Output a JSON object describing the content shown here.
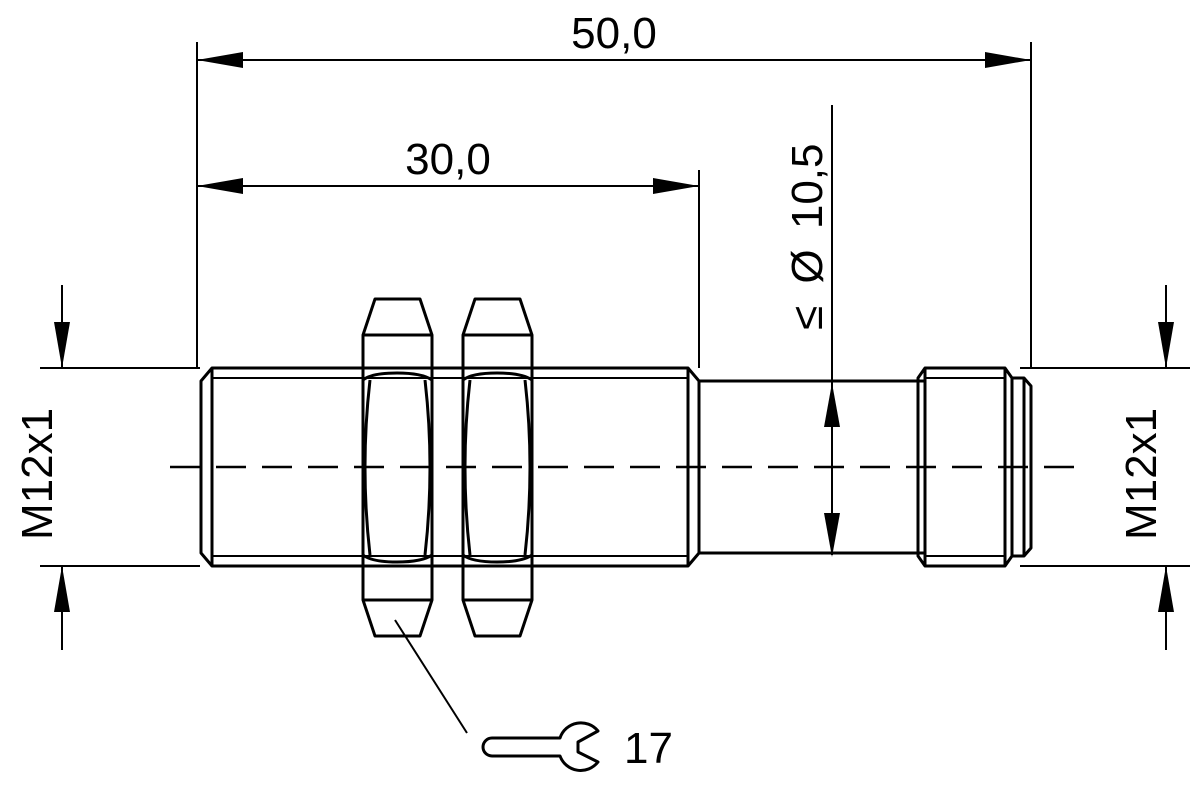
{
  "dimensions": {
    "overall_length": "50,0",
    "thread_length": "30,0",
    "diameter_prefix": "≤",
    "diameter_symbol": "Ø",
    "diameter_value": "10,5",
    "thread_left": "M12x1",
    "thread_right": "M12x1",
    "wrench_size": "17"
  },
  "icons": {
    "wrench": "open-end-wrench-icon"
  }
}
